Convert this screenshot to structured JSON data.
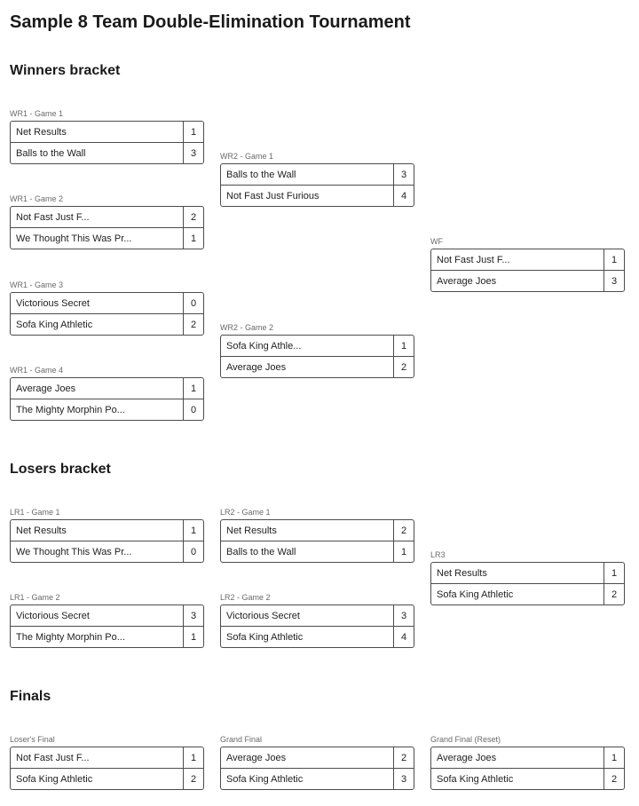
{
  "title": "Sample 8 Team Double-Elimination Tournament",
  "sections": {
    "winners": "Winners bracket",
    "losers": "Losers bracket",
    "finals": "Finals"
  },
  "matches": {
    "wr1_g1": {
      "label": "WR1 - Game 1",
      "teams": [
        {
          "name": "Net Results",
          "score": "1"
        },
        {
          "name": "Balls to the Wall",
          "score": "3"
        }
      ]
    },
    "wr1_g2": {
      "label": "WR1 - Game 2",
      "teams": [
        {
          "name": "Not Fast Just F...",
          "score": "2"
        },
        {
          "name": "We Thought This Was Pr...",
          "score": "1"
        }
      ]
    },
    "wr1_g3": {
      "label": "WR1 - Game 3",
      "teams": [
        {
          "name": "Victorious Secret",
          "score": "0"
        },
        {
          "name": "Sofa King Athletic",
          "score": "2"
        }
      ]
    },
    "wr1_g4": {
      "label": "WR1 - Game 4",
      "teams": [
        {
          "name": "Average Joes",
          "score": "1"
        },
        {
          "name": "The Mighty Morphin Po...",
          "score": "0"
        }
      ]
    },
    "wr2_g1": {
      "label": "WR2 - Game 1",
      "teams": [
        {
          "name": "Balls to the Wall",
          "score": "3"
        },
        {
          "name": "Not Fast Just Furious",
          "score": "4"
        }
      ]
    },
    "wr2_g2": {
      "label": "WR2 - Game 2",
      "teams": [
        {
          "name": "Sofa King Athle...",
          "score": "1"
        },
        {
          "name": "Average Joes",
          "score": "2"
        }
      ]
    },
    "wf": {
      "label": "WF",
      "teams": [
        {
          "name": "Not Fast Just F...",
          "score": "1"
        },
        {
          "name": "Average Joes",
          "score": "3"
        }
      ]
    },
    "lr1_g1": {
      "label": "LR1 - Game 1",
      "teams": [
        {
          "name": "Net Results",
          "score": "1"
        },
        {
          "name": "We Thought This Was Pr...",
          "score": "0"
        }
      ]
    },
    "lr1_g2": {
      "label": "LR1 - Game 2",
      "teams": [
        {
          "name": "Victorious Secret",
          "score": "3"
        },
        {
          "name": "The Mighty Morphin Po...",
          "score": "1"
        }
      ]
    },
    "lr2_g1": {
      "label": "LR2 - Game 1",
      "teams": [
        {
          "name": "Net Results",
          "score": "2"
        },
        {
          "name": "Balls to the Wall",
          "score": "1"
        }
      ]
    },
    "lr2_g2": {
      "label": "LR2 - Game 2",
      "teams": [
        {
          "name": "Victorious Secret",
          "score": "3"
        },
        {
          "name": "Sofa King Athletic",
          "score": "4"
        }
      ]
    },
    "lr3": {
      "label": "LR3",
      "teams": [
        {
          "name": "Net Results",
          "score": "1"
        },
        {
          "name": "Sofa King Athletic",
          "score": "2"
        }
      ]
    },
    "losers_final": {
      "label": "Loser's Final",
      "teams": [
        {
          "name": "Not Fast Just F...",
          "score": "1"
        },
        {
          "name": "Sofa King Athletic",
          "score": "2"
        }
      ]
    },
    "grand_final": {
      "label": "Grand Final",
      "teams": [
        {
          "name": "Average Joes",
          "score": "2"
        },
        {
          "name": "Sofa King Athletic",
          "score": "3"
        }
      ]
    },
    "grand_final_reset": {
      "label": "Grand Final (Reset)",
      "teams": [
        {
          "name": "Average Joes",
          "score": "1"
        },
        {
          "name": "Sofa King Athletic",
          "score": "2"
        }
      ]
    }
  }
}
